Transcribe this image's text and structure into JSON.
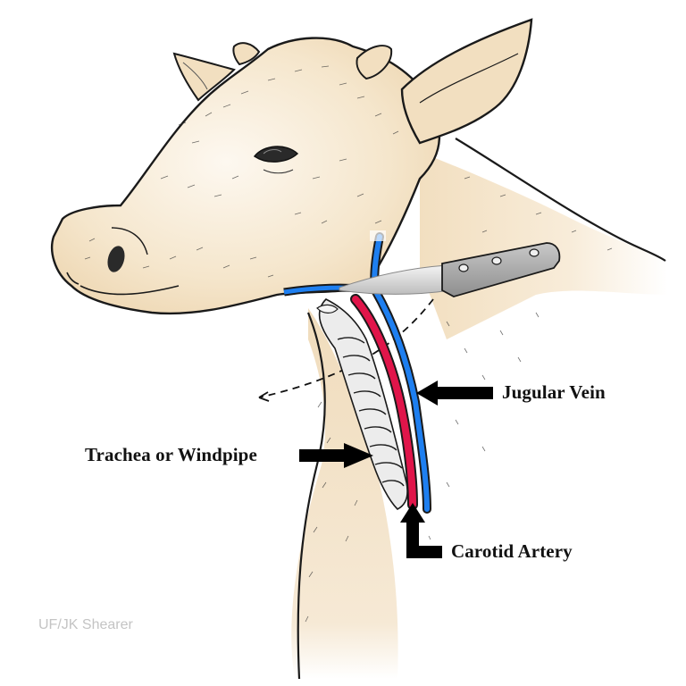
{
  "figure": {
    "subject": "Cow head and neck anatomy showing knife placement",
    "labels": {
      "jugular_vein": "Jugular Vein",
      "trachea": "Trachea or Windpipe",
      "carotid_artery": "Carotid Artery"
    },
    "credit": "UF/JK Shearer"
  },
  "colors": {
    "skin": "#f2dfc0",
    "skin_light": "#fbf4e8",
    "outline": "#1a1a1a",
    "vein": "#1e7ff0",
    "artery": "#e0154a",
    "knife_handle": "#a9a9a9",
    "knife_blade": "#dcdcdc",
    "trachea": "#ededed",
    "arrow": "#000000",
    "credit_text": "#c4c4c4"
  }
}
